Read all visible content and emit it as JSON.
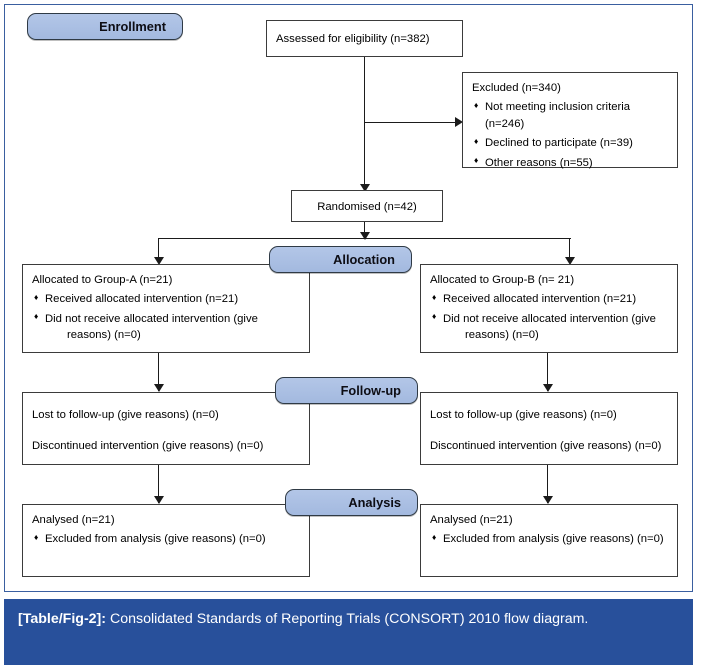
{
  "figure": {
    "caption_label": "[Table/Fig-2]:",
    "caption_text": "Consolidated Standards of Reporting Trials (CONSORT) 2010 flow diagram.",
    "frame_border_color": "#3a5fa0",
    "caption_bar_color": "#28509b",
    "pill_color": "#b3c6e7",
    "box_border_color": "#3b3b3b"
  },
  "stages": {
    "enrollment": "Enrollment",
    "allocation": "Allocation",
    "followup": "Follow-up",
    "analysis": "Analysis"
  },
  "enrollment": {
    "assessed": "Assessed for eligibility (n=382)",
    "excluded_title": "Excluded (n=340)",
    "excluded_reasons": [
      "Not meeting inclusion criteria (n=246)",
      "Declined to participate (n=39)",
      "Other reasons (n=55)"
    ],
    "randomised": "Randomised (n=42)"
  },
  "allocation": {
    "left": {
      "title": "Allocated to Group-A (n=21)",
      "items": [
        {
          "text": "Received allocated intervention (n=21)",
          "cont": ""
        },
        {
          "text": "Did not receive allocated intervention (give",
          "cont": "reasons) (n=0)"
        }
      ]
    },
    "right": {
      "title": "Allocated to Group-B (n= 21)",
      "items": [
        {
          "text": "Received allocated intervention (n=21)",
          "cont": ""
        },
        {
          "text": "Did not receive allocated intervention (give",
          "cont": "reasons) (n=0)"
        }
      ]
    }
  },
  "followup": {
    "left": {
      "line1": "Lost to follow-up (give reasons) (n=0)",
      "line2": "Discontinued intervention (give reasons) (n=0)"
    },
    "right": {
      "line1": "Lost to follow-up (give reasons) (n=0)",
      "line2": "Discontinued intervention (give reasons) (n=0)"
    }
  },
  "analysis": {
    "left": {
      "title": "Analysed (n=21)",
      "items": [
        "Excluded from analysis (give reasons) (n=0)"
      ]
    },
    "right": {
      "title": "Analysed (n=21)",
      "items": [
        "Excluded from analysis (give reasons) (n=0)"
      ]
    }
  }
}
